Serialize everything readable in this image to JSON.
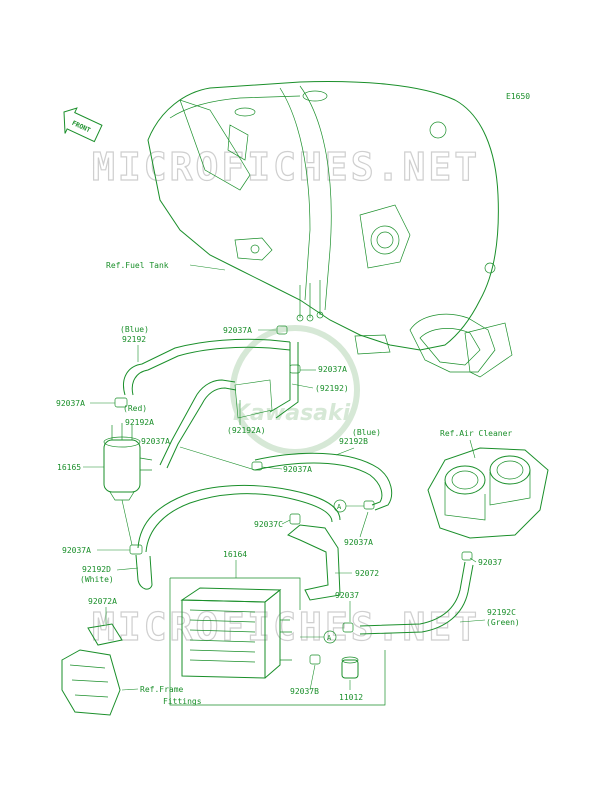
{
  "diagram_code": "E1650",
  "front_tag": "FRONT",
  "watermark": "MICROFICHES.NET",
  "brand_logo": "Kawasaki",
  "labels": {
    "ref_fuel_tank": "Ref.Fuel Tank",
    "blue_top": "(Blue)",
    "p92192_top": "92192",
    "p92037A_1": "92037A",
    "p92037A_2": "92037A",
    "p92192_paren": "(92192)",
    "p92037A_left": "92037A",
    "red": "(Red)",
    "p92192A": "92192A",
    "p92037A_3": "92037A",
    "p92192A_paren": "(92192A)",
    "blue_mid": "(Blue)",
    "p92192B": "92192B",
    "p16165": "16165",
    "p92037A_4": "92037A",
    "ref_air_cleaner": "Ref.Air Cleaner",
    "callout_a1": "A",
    "p92037A_5": "92037A",
    "p92037C": "92037C",
    "p92037A_6": "92037A",
    "p92192D": "92192D",
    "white": "(White)",
    "p16164": "16164",
    "p92072": "92072",
    "p92037_right": "92037",
    "p92037_mid": "92037",
    "p92072A": "92072A",
    "p92192C": "92192C",
    "green": "(Green)",
    "callout_a2": "A",
    "p92037B": "92037B",
    "p11012": "11012",
    "ref_frame": "Ref.Frame",
    "fittings": "Fittings"
  }
}
